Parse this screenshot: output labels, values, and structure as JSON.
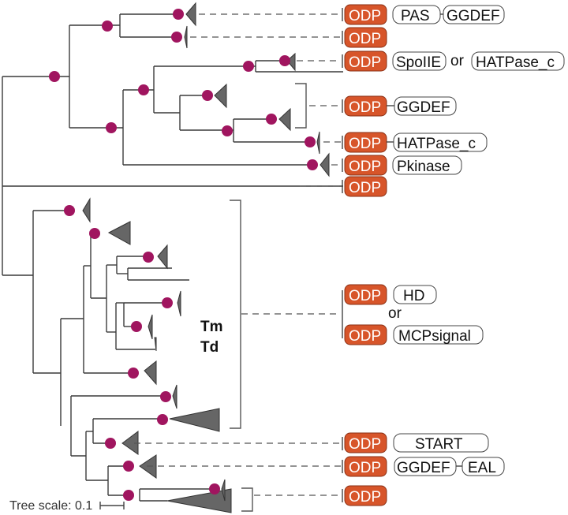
{
  "figure": {
    "type": "phylogenetic-tree",
    "tree_scale_label": "Tree scale: 0.1",
    "node_color": "#a0155f",
    "odp_color": "#d7552a",
    "clade_color": "#666666"
  },
  "group_label": {
    "line1": "Tm",
    "line2": "Td"
  },
  "connector_words": {
    "or": "or"
  },
  "architectures": [
    {
      "id": "arch-1",
      "core": "ODP",
      "domains": [
        "PAS",
        "GGDEF"
      ],
      "joiner": "linked"
    },
    {
      "id": "arch-2",
      "core": "ODP",
      "domains": []
    },
    {
      "id": "arch-3",
      "core": "ODP",
      "domains": [
        "SpoIIE",
        "HATPase_c"
      ],
      "joiner": "or"
    },
    {
      "id": "arch-4",
      "core": "ODP",
      "domains": [
        "GGDEF"
      ],
      "joiner": "linked"
    },
    {
      "id": "arch-5",
      "core": "ODP",
      "domains": [
        "HATPase_c"
      ],
      "joiner": "linked"
    },
    {
      "id": "arch-6",
      "core": "ODP",
      "domains": [
        "Pkinase"
      ]
    },
    {
      "id": "arch-7",
      "core": "ODP",
      "domains": []
    },
    {
      "id": "arch-8a",
      "core": "ODP",
      "domains": [
        "HD"
      ]
    },
    {
      "id": "arch-8b",
      "core": "ODP",
      "domains": [
        "MCPsignal"
      ]
    },
    {
      "id": "arch-9",
      "core": "ODP",
      "domains": [
        "START"
      ]
    },
    {
      "id": "arch-10",
      "core": "ODP",
      "domains": [
        "GGDEF",
        "EAL"
      ],
      "joiner": "linked"
    },
    {
      "id": "arch-11",
      "core": "ODP",
      "domains": []
    }
  ]
}
